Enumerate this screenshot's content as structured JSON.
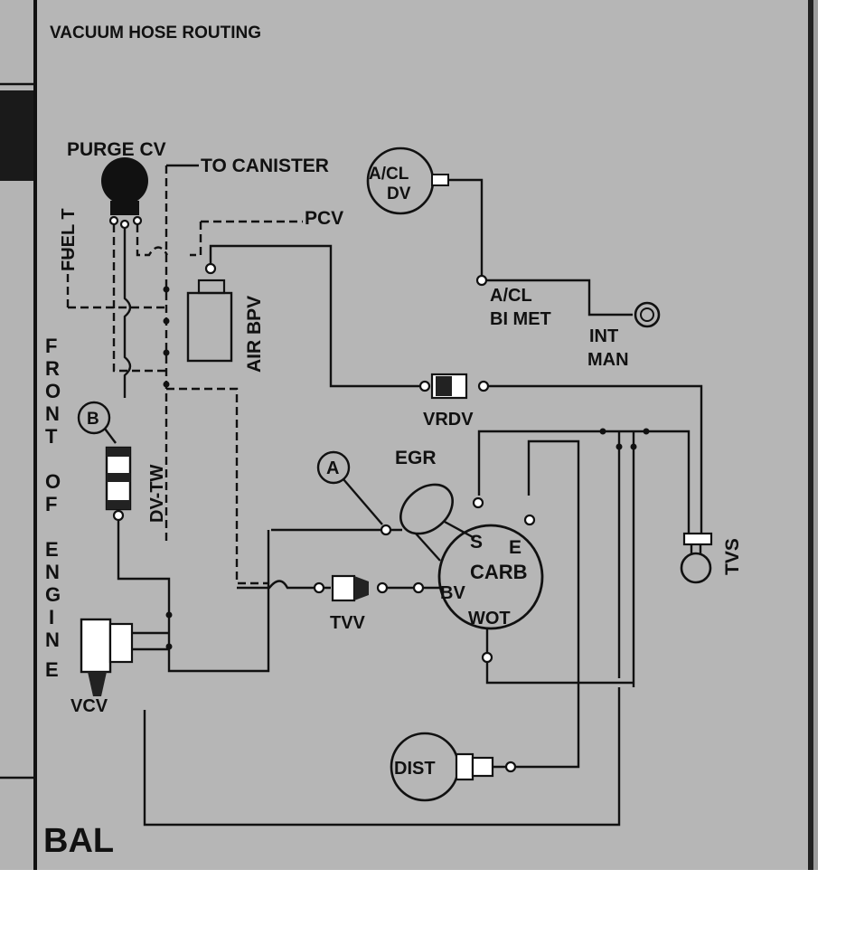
{
  "title": "VACUUM HOSE ROUTING",
  "labels": {
    "purge_cv": "PURGE CV",
    "to_canister": "TO CANISTER",
    "pcv": "PCV",
    "acl_dv_1": "A/CL",
    "acl_dv_2": "DV",
    "acl_bimet_1": "A/CL",
    "acl_bimet_2": "BI MET",
    "int_man_1": "INT",
    "int_man_2": "MAN",
    "air_bpv": "AIR BPV",
    "fuel_t": "FUEL T",
    "vrdv": "VRDV",
    "egr": "EGR",
    "marker_a": "A",
    "marker_b": "B",
    "dv_tw": "DV-TW",
    "front_of_engine": [
      "F",
      "R",
      "O",
      "N",
      "T",
      "O",
      "F",
      "E",
      "N",
      "G",
      "I",
      "N",
      "E"
    ],
    "carb_s": "S",
    "carb_e": "E",
    "carb": "CARB",
    "carb_bv": "BV",
    "carb_wot": "WOT",
    "tvv": "TVV",
    "tvs": "TVS",
    "vcv": "VCV",
    "dist": "DIST",
    "bal": "BAL"
  }
}
